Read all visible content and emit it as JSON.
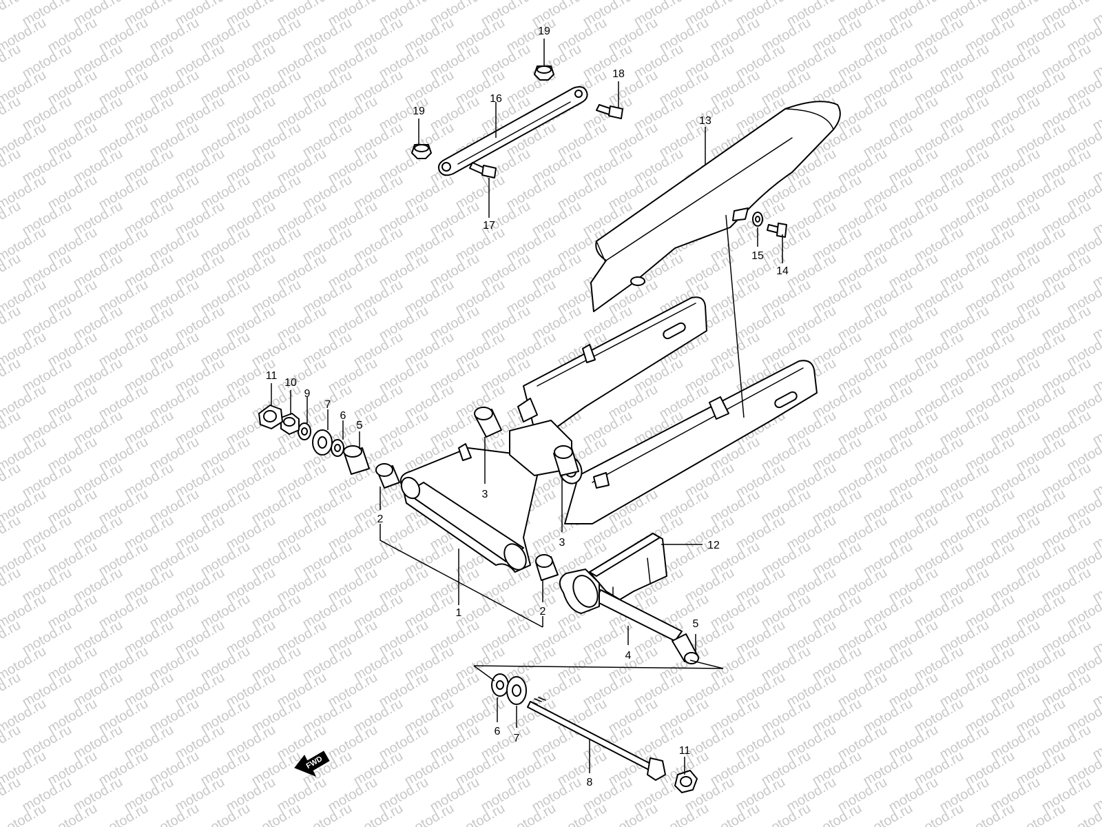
{
  "watermark": "motod.ru",
  "fwd_label": "FWD",
  "callouts": {
    "c1": "1",
    "c2a": "2",
    "c2b": "2",
    "c3a": "3",
    "c3b": "3",
    "c4": "4",
    "c5a": "5",
    "c5b": "5",
    "c6a": "6",
    "c6b": "6",
    "c7a": "7",
    "c7b": "7",
    "c8": "8",
    "c9": "9",
    "c10": "10",
    "c11a": "11",
    "c11b": "11",
    "c12": "12",
    "c13": "13",
    "c14": "14",
    "c15": "15",
    "c16": "16",
    "c17": "17",
    "c18": "18",
    "c19a": "19",
    "c19b": "19"
  },
  "colors": {
    "line": "#000000",
    "watermark": "#c8c8c8",
    "background": "#ffffff"
  }
}
